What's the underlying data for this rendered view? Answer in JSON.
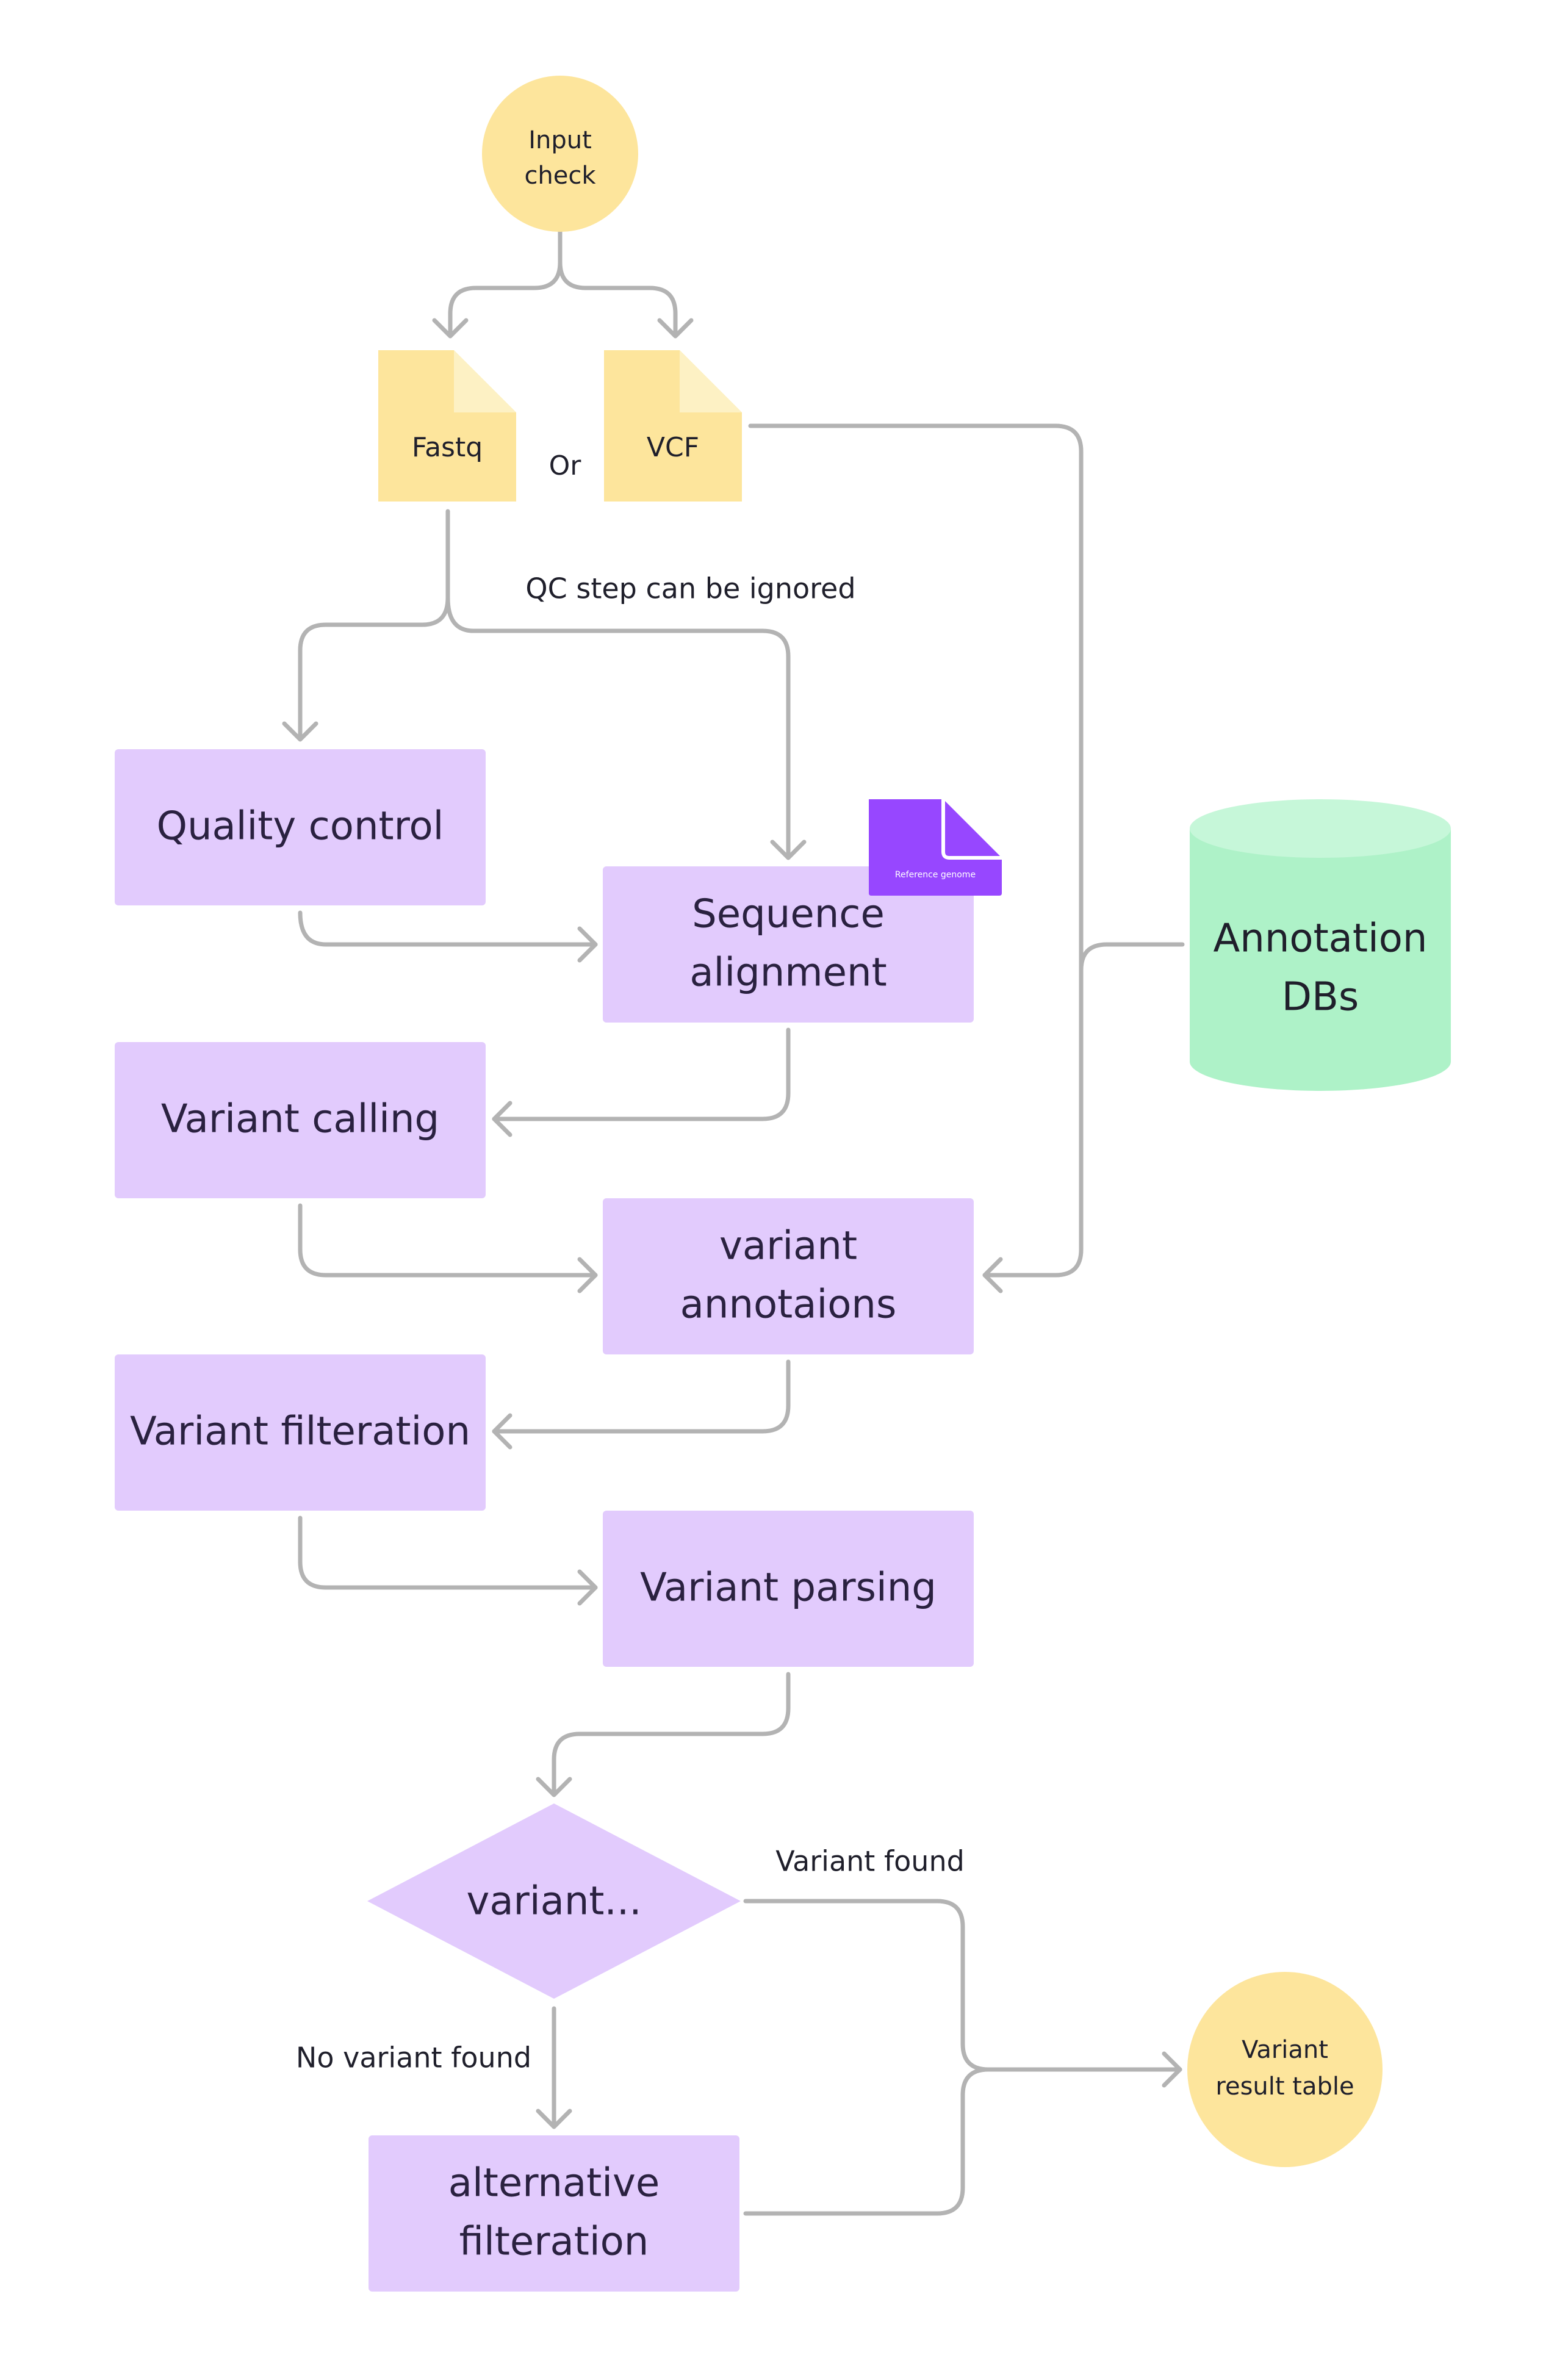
{
  "colors": {
    "process": "#e2cbfd",
    "process_text": "#2a2140",
    "file": "#fde59c",
    "file_fold": "#fdf1c4",
    "terminal": "#fde59c",
    "database": "#aef2c8",
    "database_top": "#c6f7d9",
    "doc_purple": "#9747ff",
    "edge": "#b3b3b3"
  },
  "nodes": {
    "input_check": {
      "line1": "Input",
      "line2": "check",
      "shape": "circle"
    },
    "fastq": {
      "label": "Fastq",
      "shape": "document"
    },
    "or_label": "Or",
    "vcf": {
      "label": "VCF",
      "shape": "document"
    },
    "qc_note": "QC step can be ignored",
    "quality_control": {
      "label": "Quality control",
      "shape": "process"
    },
    "reference_genome": {
      "label": "Reference genome",
      "shape": "document"
    },
    "sequence_alignment": {
      "line1": "Sequence",
      "line2": "alignment",
      "shape": "process"
    },
    "annotation_dbs": {
      "line1": "Annotation",
      "line2": "DBs",
      "shape": "database"
    },
    "variant_calling": {
      "label": "Variant calling",
      "shape": "process"
    },
    "variant_annotations": {
      "line1": "variant",
      "line2": "annotaions",
      "shape": "process"
    },
    "variant_filteration": {
      "label": "Variant filteration",
      "shape": "process"
    },
    "variant_parsing": {
      "label": "Variant parsing",
      "shape": "process"
    },
    "variant_decision": {
      "label": "variant...",
      "shape": "diamond"
    },
    "variant_found_label": "Variant found",
    "no_variant_found_label": "No variant found",
    "alternative_filteration": {
      "line1": "alternative",
      "line2": "filteration",
      "shape": "process"
    },
    "variant_result_table": {
      "line1": "Variant",
      "line2": "result table",
      "shape": "circle"
    }
  },
  "edges": [
    {
      "from": "Input check",
      "to": "Fastq"
    },
    {
      "from": "Input check",
      "to": "VCF"
    },
    {
      "from": "VCF",
      "to": "variant annotaions"
    },
    {
      "from": "Fastq",
      "to": "Quality control"
    },
    {
      "from": "Fastq",
      "to": "Sequence alignment",
      "label": "QC step can be ignored"
    },
    {
      "from": "Quality control",
      "to": "Sequence alignment"
    },
    {
      "from": "Annotation DBs",
      "to": "variant annotaions"
    },
    {
      "from": "Sequence alignment",
      "to": "Variant calling"
    },
    {
      "from": "Variant calling",
      "to": "variant annotaions"
    },
    {
      "from": "variant annotaions",
      "to": "Variant filteration"
    },
    {
      "from": "Variant filteration",
      "to": "Variant parsing"
    },
    {
      "from": "Variant parsing",
      "to": "variant..."
    },
    {
      "from": "variant...",
      "to": "Variant result table",
      "label": "Variant found"
    },
    {
      "from": "variant...",
      "to": "alternative filteration",
      "label": "No variant found"
    },
    {
      "from": "alternative filteration",
      "to": "Variant result table"
    }
  ]
}
